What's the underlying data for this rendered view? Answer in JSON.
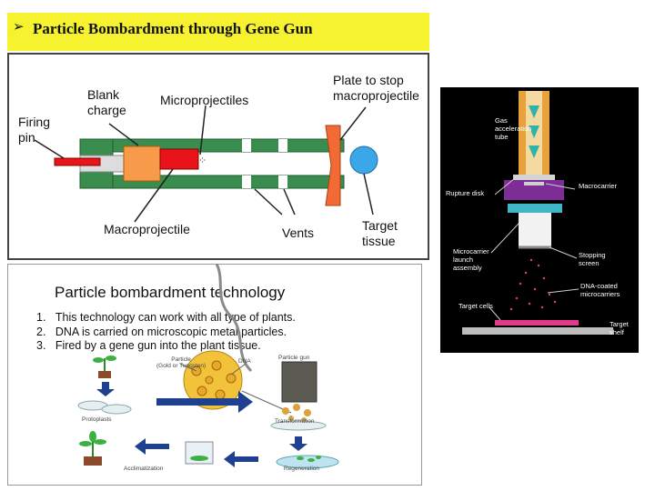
{
  "title": {
    "arrow": "➢",
    "text": "Particle Bombardment through Gene Gun"
  },
  "gun_diagram": {
    "labels": {
      "firing_pin": [
        "Firing",
        "pin"
      ],
      "blank_charge": [
        "Blank",
        "charge"
      ],
      "microprojectiles": "Microprojectiles",
      "plate": [
        "Plate to stop",
        "macroprojectile"
      ],
      "macroprojectile": "Macroprojectile",
      "vents": "Vents",
      "target": [
        "Target",
        "tissue"
      ]
    },
    "colors": {
      "barrel": "#3a8c4f",
      "charge": "#f79a4a",
      "projectile": "#e8141a",
      "plate": "#f26b34",
      "tissue": "#3aa7e8"
    }
  },
  "technology": {
    "title": "Particle bombardment technology",
    "items": [
      {
        "num": "1.",
        "text": "This technology can work with all type of plants."
      },
      {
        "num": "2.",
        "text": "DNA is carried on microscopic metal particles."
      },
      {
        "num": "3.",
        "text": "Fired by a gene gun into the plant tissue."
      }
    ],
    "figure_labels": {
      "particle": [
        "Particle",
        "(Gold or Tungsten)"
      ],
      "dna": "DNA",
      "particle_gun": "Particle gun",
      "protoplasts": "Protoplasts",
      "transformation": "Transformation",
      "acclimatization": "Acclimatization",
      "regeneration": "Regeneration"
    }
  },
  "apparatus": {
    "gas_tube": [
      "Gas",
      "acceleration",
      "tube"
    ],
    "rupture_disk": "Rupture disk",
    "macrocarrier": "Macrocarrier",
    "microcarrier": [
      "Microcarrier",
      "launch",
      "assembly"
    ],
    "stopping_screen": [
      "Stopping",
      "screen"
    ],
    "dna_coated": [
      "DNA-coated",
      "microcarriers"
    ],
    "target_cells": "Target cells",
    "target_shelf": [
      "Target",
      "shelf"
    ]
  }
}
